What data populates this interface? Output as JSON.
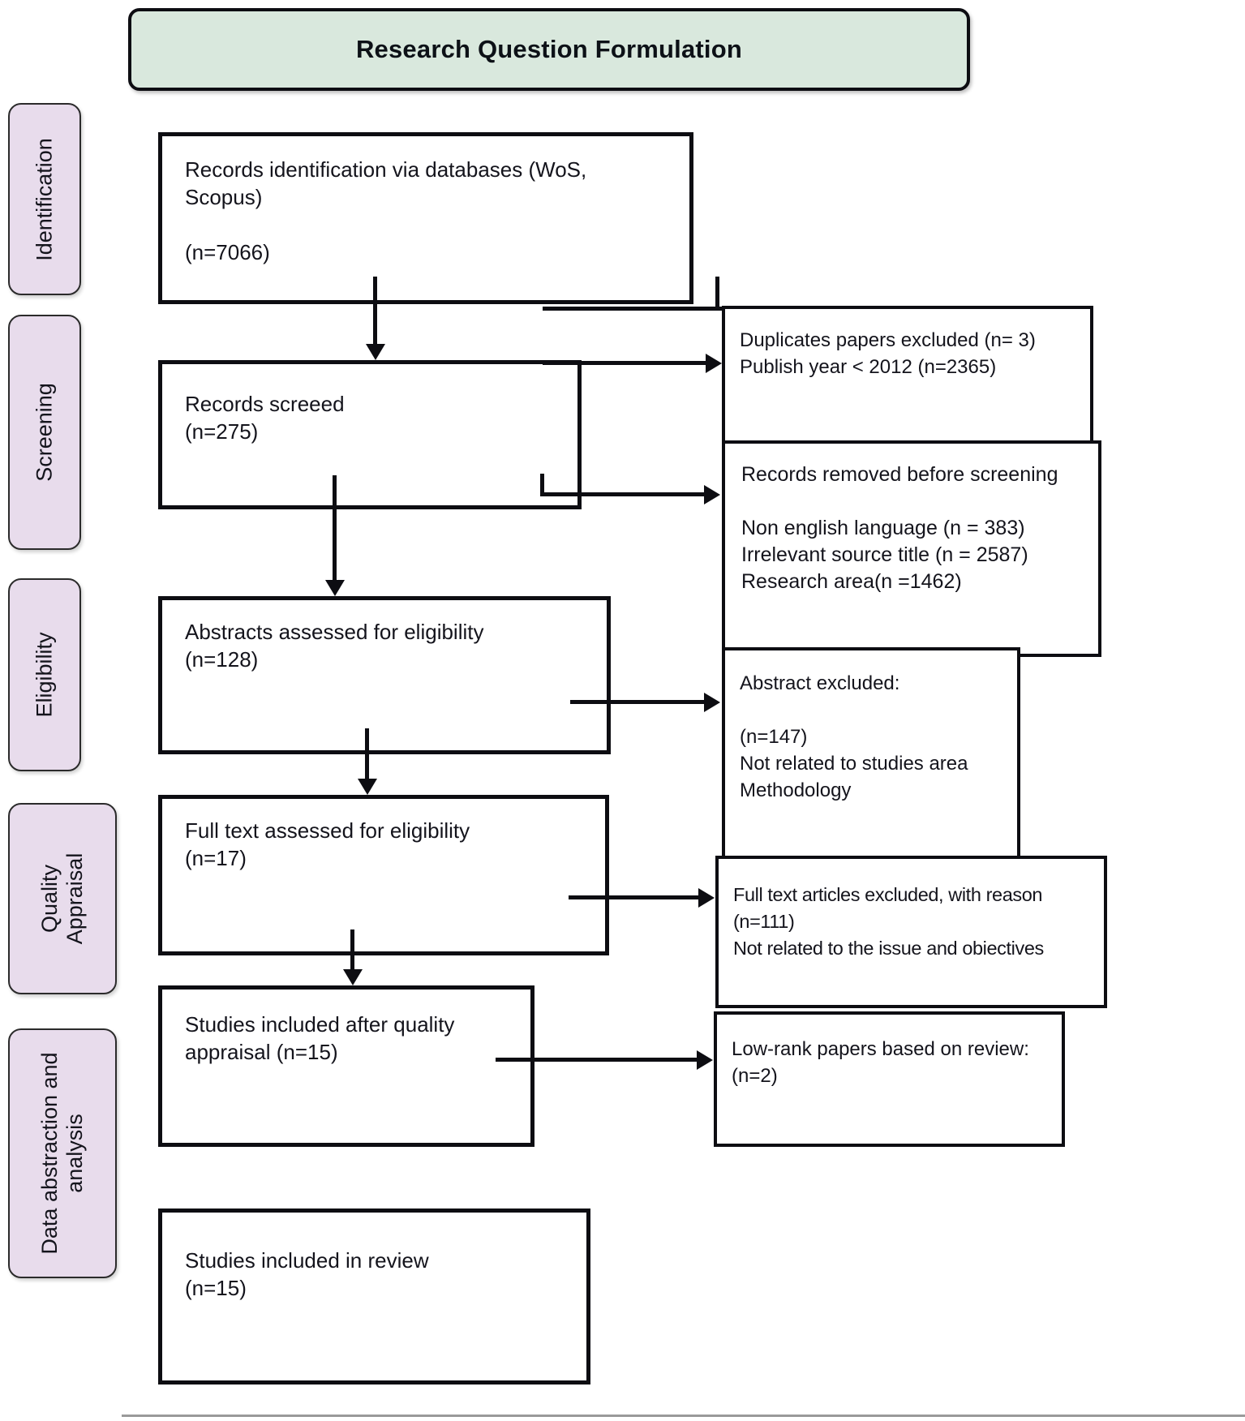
{
  "colors": {
    "header_bg": "#d9e8dd",
    "sidebar_bg": "#e8dcec",
    "border": "#0d0d12",
    "sidebar_border": "#2b2b2b",
    "text": "#14141c",
    "arrow": "#0d0d12"
  },
  "header": {
    "title": "Research Question Formulation"
  },
  "sidebar": {
    "identification": "Identification",
    "screening": "Screening",
    "eligibility": "Eligibility",
    "quality_appraisal": "Quality Appraisal",
    "data_abstraction": "Data abstraction and analysis"
  },
  "flow": {
    "records_identification": {
      "lines": [
        "Records identification via databases (WoS,",
        "Scopus)",
        "",
        "(n=7066)"
      ]
    },
    "records_screened": {
      "lines": [
        "Records screeed",
        "(n=275)"
      ]
    },
    "abstracts_assessed": {
      "lines": [
        "Abstracts assessed for eligibility",
        "(n=128)"
      ]
    },
    "fulltext_assessed": {
      "lines": [
        "Full text assessed for eligibility",
        "(n=17)"
      ]
    },
    "quality_included": {
      "lines": [
        "Studies included after quality",
        "appraisal  (n=15)"
      ]
    },
    "review_included": {
      "lines": [
        "Studies included in review",
        "(n=15)"
      ]
    }
  },
  "exclusions": {
    "duplicates": {
      "lines": [
        "Duplicates papers excluded (n= 3)",
        "Publish year  < 2012 (n=2365)"
      ]
    },
    "removed_before_screening": {
      "lines": [
        "Records removed before screening",
        "",
        "Non english language (n = 383)",
        "Irrelevant source title (n = 2587)",
        "Research area(n =1462)"
      ]
    },
    "abstract_excluded": {
      "lines": [
        "Abstract excluded:",
        "",
        "(n=147)",
        "Not related to studies area",
        "Methodology"
      ]
    },
    "fulltext_excluded": {
      "lines": [
        "Full text articles excluded, with reason",
        "(n=111)",
        "Not related to the issue and obiectives"
      ]
    },
    "low_rank": {
      "lines": [
        "Low-rank papers based on review:",
        "(n=2)"
      ]
    }
  }
}
